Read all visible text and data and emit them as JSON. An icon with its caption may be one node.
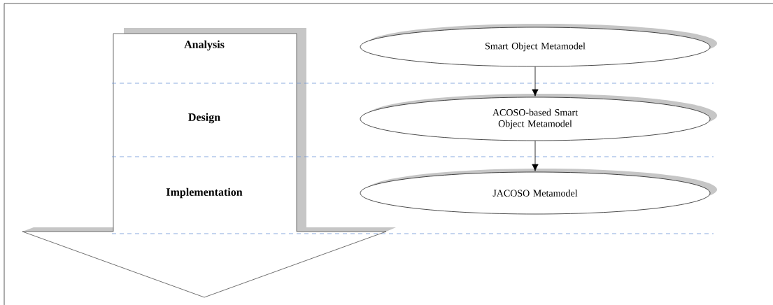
{
  "diagram": {
    "nodes": [
      {
        "text": [
          "Analysis",
          "Design",
          "Implementation"
        ]
      },
      {
        "text": [
          "Smart Object Metamodel"
        ]
      },
      {
        "text": [
          "ACOSO-based Smart Object Metamodel"
        ]
      },
      {
        "text": [
          "JACOSO Metamodel"
        ]
      }
    ],
    "edges": [
      {
        "from": 1,
        "to": 2,
        "arrow": "to"
      },
      {
        "from": 2,
        "to": 3,
        "arrow": "to"
      }
    ]
  }
}
